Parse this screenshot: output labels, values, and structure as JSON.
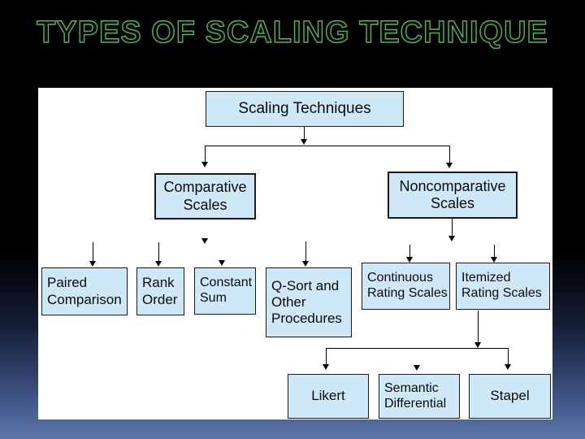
{
  "slide": {
    "title": "TYPES OF SCALING TECHNIQUE"
  },
  "colors": {
    "title_outline": "#5fae5f",
    "panel_bg": "#ffffff",
    "node_fill": "#cfe8f8",
    "node_border": "#1a1a1a",
    "connector": "#000000",
    "bg_top": "#000000",
    "bg_bottom": "#5c76a8"
  },
  "diagram": {
    "nodes": {
      "root": {
        "lines": [
          "Scaling Techniques"
        ]
      },
      "comparative": {
        "lines": [
          "Comparative",
          "Scales"
        ]
      },
      "noncomparative": {
        "lines": [
          "Noncomparative",
          "Scales"
        ]
      },
      "paired": {
        "lines": [
          "Paired",
          "Comparison"
        ]
      },
      "rank": {
        "lines": [
          "Rank",
          "Order"
        ]
      },
      "constant": {
        "lines": [
          "Constant",
          "Sum"
        ]
      },
      "qsort": {
        "lines": [
          "Q-Sort and",
          "Other",
          "Procedures"
        ]
      },
      "continuous": {
        "lines": [
          "Continuous",
          "Rating Scales"
        ]
      },
      "itemized": {
        "lines": [
          "Itemized",
          "Rating Scales"
        ]
      },
      "likert": {
        "lines": [
          "Likert"
        ]
      },
      "semantic": {
        "lines": [
          "Semantic",
          "Differential"
        ]
      },
      "stapel": {
        "lines": [
          "Stapel"
        ]
      }
    },
    "edges": [
      {
        "from": "root",
        "to": "comparative"
      },
      {
        "from": "root",
        "to": "noncomparative"
      },
      {
        "from": "comparative",
        "to": "paired"
      },
      {
        "from": "comparative",
        "to": "rank"
      },
      {
        "from": "comparative",
        "to": "constant"
      },
      {
        "from": "comparative",
        "to": "qsort"
      },
      {
        "from": "noncomparative",
        "to": "continuous"
      },
      {
        "from": "noncomparative",
        "to": "itemized"
      },
      {
        "from": "itemized",
        "to": "likert"
      },
      {
        "from": "itemized",
        "to": "semantic"
      },
      {
        "from": "itemized",
        "to": "stapel"
      }
    ]
  }
}
